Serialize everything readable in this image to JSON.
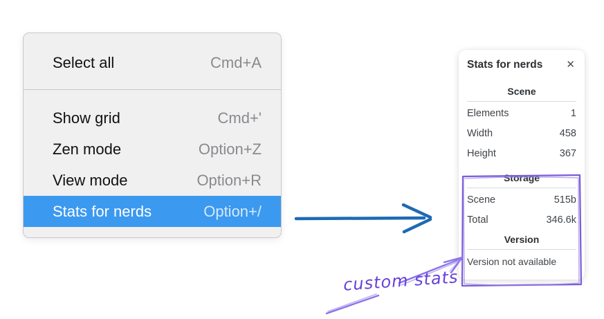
{
  "menu": {
    "items": [
      {
        "label": "Select all",
        "shortcut": "Cmd+A",
        "selected": false
      },
      {
        "label": "Show grid",
        "shortcut": "Cmd+'",
        "selected": false
      },
      {
        "label": "Zen mode",
        "shortcut": "Option+Z",
        "selected": false
      },
      {
        "label": "View mode",
        "shortcut": "Option+R",
        "selected": false
      },
      {
        "label": "Stats for nerds",
        "shortcut": "Option+/",
        "selected": true
      }
    ]
  },
  "stats_panel": {
    "title": "Stats for nerds",
    "close_icon": "✕",
    "sections": [
      {
        "heading": "Scene",
        "rows": [
          {
            "label": "Elements",
            "value": "1"
          },
          {
            "label": "Width",
            "value": "458"
          },
          {
            "label": "Height",
            "value": "367"
          }
        ]
      },
      {
        "heading": "Storage",
        "rows": [
          {
            "label": "Scene",
            "value": "515b"
          },
          {
            "label": "Total",
            "value": "346.6k"
          }
        ]
      },
      {
        "heading": "Version",
        "note": "Version not available"
      }
    ]
  },
  "annotation": {
    "label": "custom stats"
  },
  "colors": {
    "menu_highlight": "#3b99f0",
    "arrow_blue": "#1d6ab4",
    "annotation_text_purple": "#6741d9",
    "annotation_box_purple": "#7a5cd6",
    "annotation_arrow_purple": "#8b72e8"
  }
}
